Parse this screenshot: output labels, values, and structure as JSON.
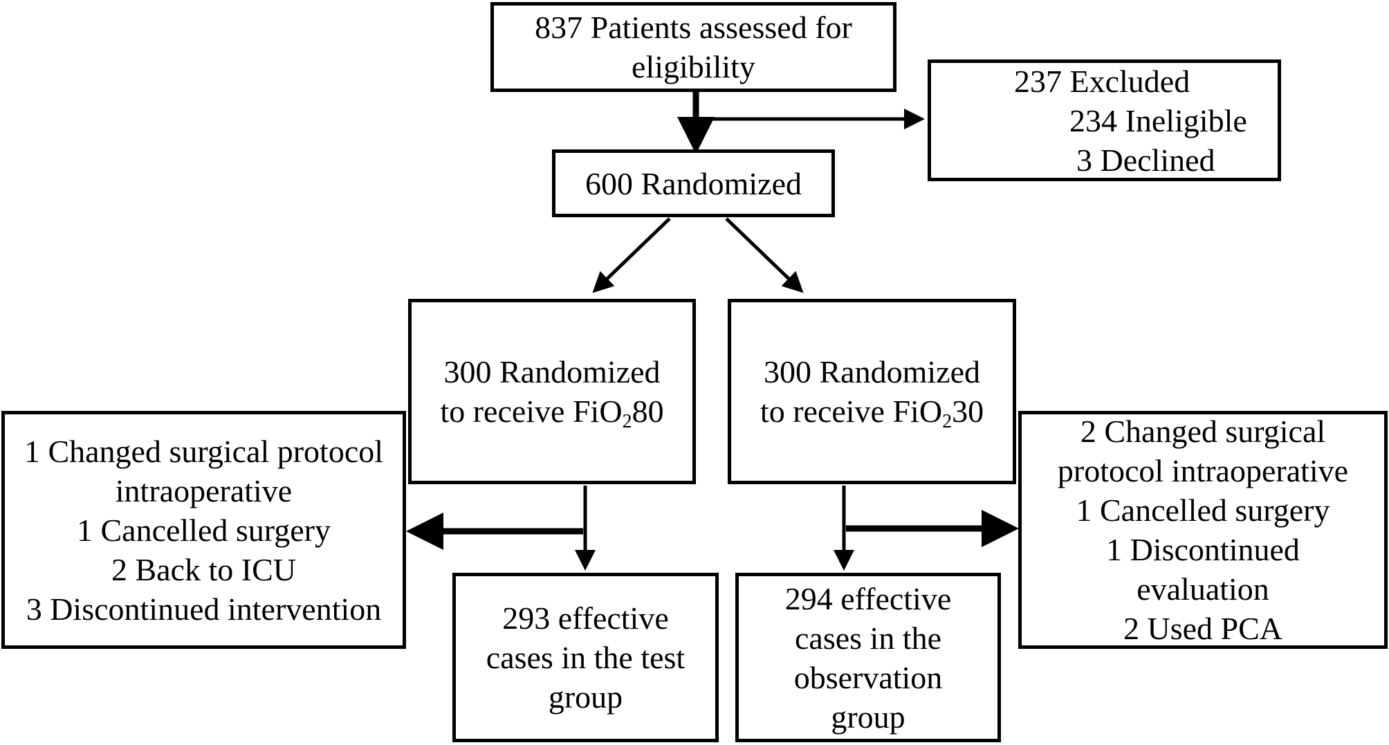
{
  "flowchart": {
    "assessed": {
      "line1": "837 Patients assessed for",
      "line2": "eligibility"
    },
    "excluded": {
      "line1": "237 Excluded",
      "line2": "234 Ineligible",
      "line3": "3 Declined"
    },
    "randomized": {
      "line1": "600 Randomized"
    },
    "group_fio80": {
      "line1": "300 Randomized",
      "line2_prefix": "to receive FiO",
      "line2_sub": "2",
      "line2_suffix": "80"
    },
    "group_fio30": {
      "line1": "300 Randomized",
      "line2_prefix": "to receive FiO",
      "line2_sub": "2",
      "line2_suffix": "30"
    },
    "left_losses": {
      "line1": "1 Changed surgical protocol",
      "line2": "intraoperative",
      "line3": "1 Cancelled surgery",
      "line4": "2 Back to ICU",
      "line5": "3 Discontinued intervention"
    },
    "right_losses": {
      "line1": "2 Changed surgical",
      "line2": "protocol intraoperative",
      "line3": "1 Cancelled surgery",
      "line4": "1 Discontinued",
      "line5": "evaluation",
      "line6": "2 Used PCA"
    },
    "test_group": {
      "line1": "293 effective",
      "line2": "cases in the test",
      "line3": "group"
    },
    "observation_group": {
      "line1": "294 effective",
      "line2": "cases in the",
      "line3": "observation",
      "line4": "group"
    }
  }
}
